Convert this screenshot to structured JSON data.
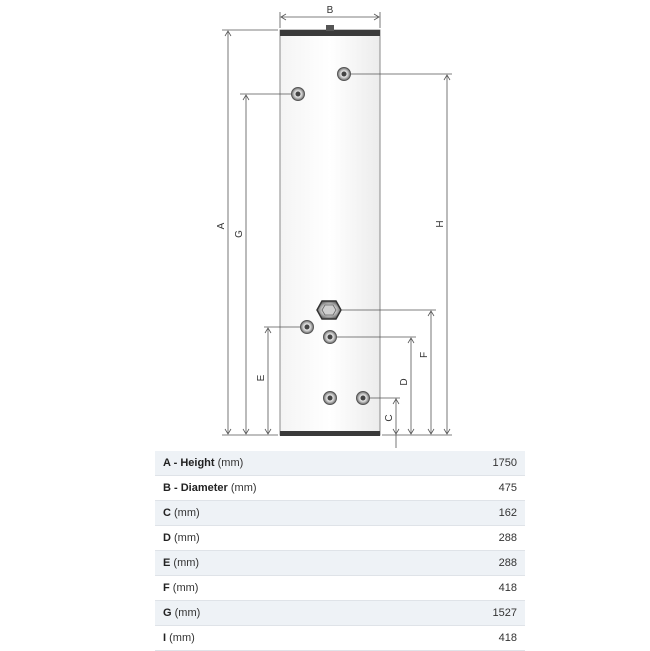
{
  "diagram": {
    "dimension_labels": {
      "a": "A",
      "b": "B",
      "c": "C",
      "d": "D",
      "e": "E",
      "f": "F",
      "g": "G",
      "h": "H"
    }
  },
  "spec_table": {
    "rows": [
      {
        "letter": "A",
        "name": "Height",
        "unit": "(mm)",
        "value": "1750"
      },
      {
        "letter": "B",
        "name": "Diameter",
        "unit": "(mm)",
        "value": "475"
      },
      {
        "letter": "C",
        "name": "",
        "unit": "(mm)",
        "value": "162"
      },
      {
        "letter": "D",
        "name": "",
        "unit": "(mm)",
        "value": "288"
      },
      {
        "letter": "E",
        "name": "",
        "unit": "(mm)",
        "value": "288"
      },
      {
        "letter": "F",
        "name": "",
        "unit": "(mm)",
        "value": "418"
      },
      {
        "letter": "G",
        "name": "",
        "unit": "(mm)",
        "value": "1527"
      },
      {
        "letter": "I",
        "name": "",
        "unit": "(mm)",
        "value": "418"
      }
    ]
  }
}
